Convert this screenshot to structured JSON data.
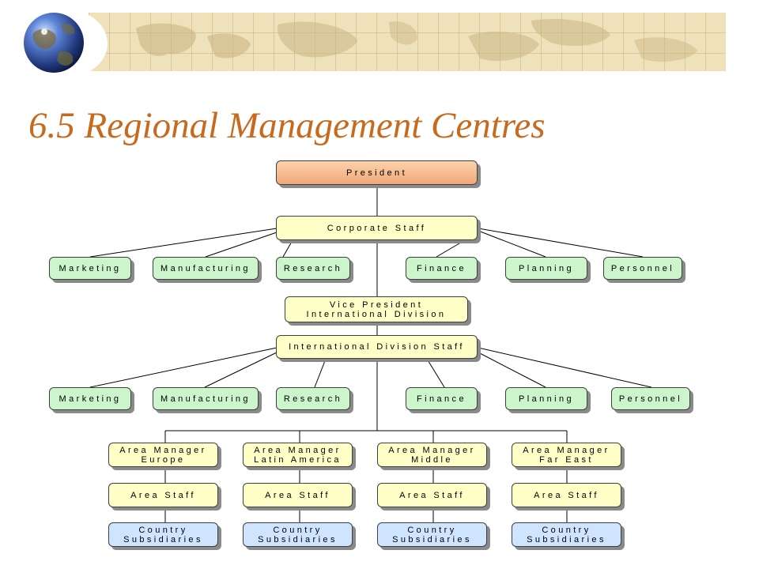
{
  "title": "6.5 Regional Management Centres",
  "colors": {
    "title": "#c86a1e",
    "president_fill": "#f3a877",
    "staff_fill": "#ffffc8",
    "function_fill": "#ccf5cc",
    "subsidiary_fill": "#cfe4ff",
    "banner": "#efe2ba"
  },
  "icons": {
    "logo": "globe-icon",
    "banner": "world-map-banner"
  },
  "org_chart": {
    "president": "President",
    "corporate_staff": "Corporate Staff",
    "corporate_functions": [
      "Marketing",
      "Manufacturing",
      "Research",
      "Finance",
      "Planning",
      "Personnel"
    ],
    "vice_president": "Vice President\nInternational Division",
    "division_staff": "International Division Staff",
    "division_functions": [
      "Marketing",
      "Manufacturing",
      "Research",
      "Finance",
      "Planning",
      "Personnel"
    ],
    "area_managers": [
      "Area Manager\nEurope",
      "Area Manager\nLatin America",
      "Area Manager\nMiddle",
      "Area Manager\nFar East"
    ],
    "area_staff": [
      "Area Staff",
      "Area Staff",
      "Area Staff",
      "Area Staff"
    ],
    "country_subsidiaries": [
      "Country\nSubsidiaries",
      "Country\nSubsidiaries",
      "Country\nSubsidiaries",
      "Country\nSubsidiaries"
    ]
  }
}
